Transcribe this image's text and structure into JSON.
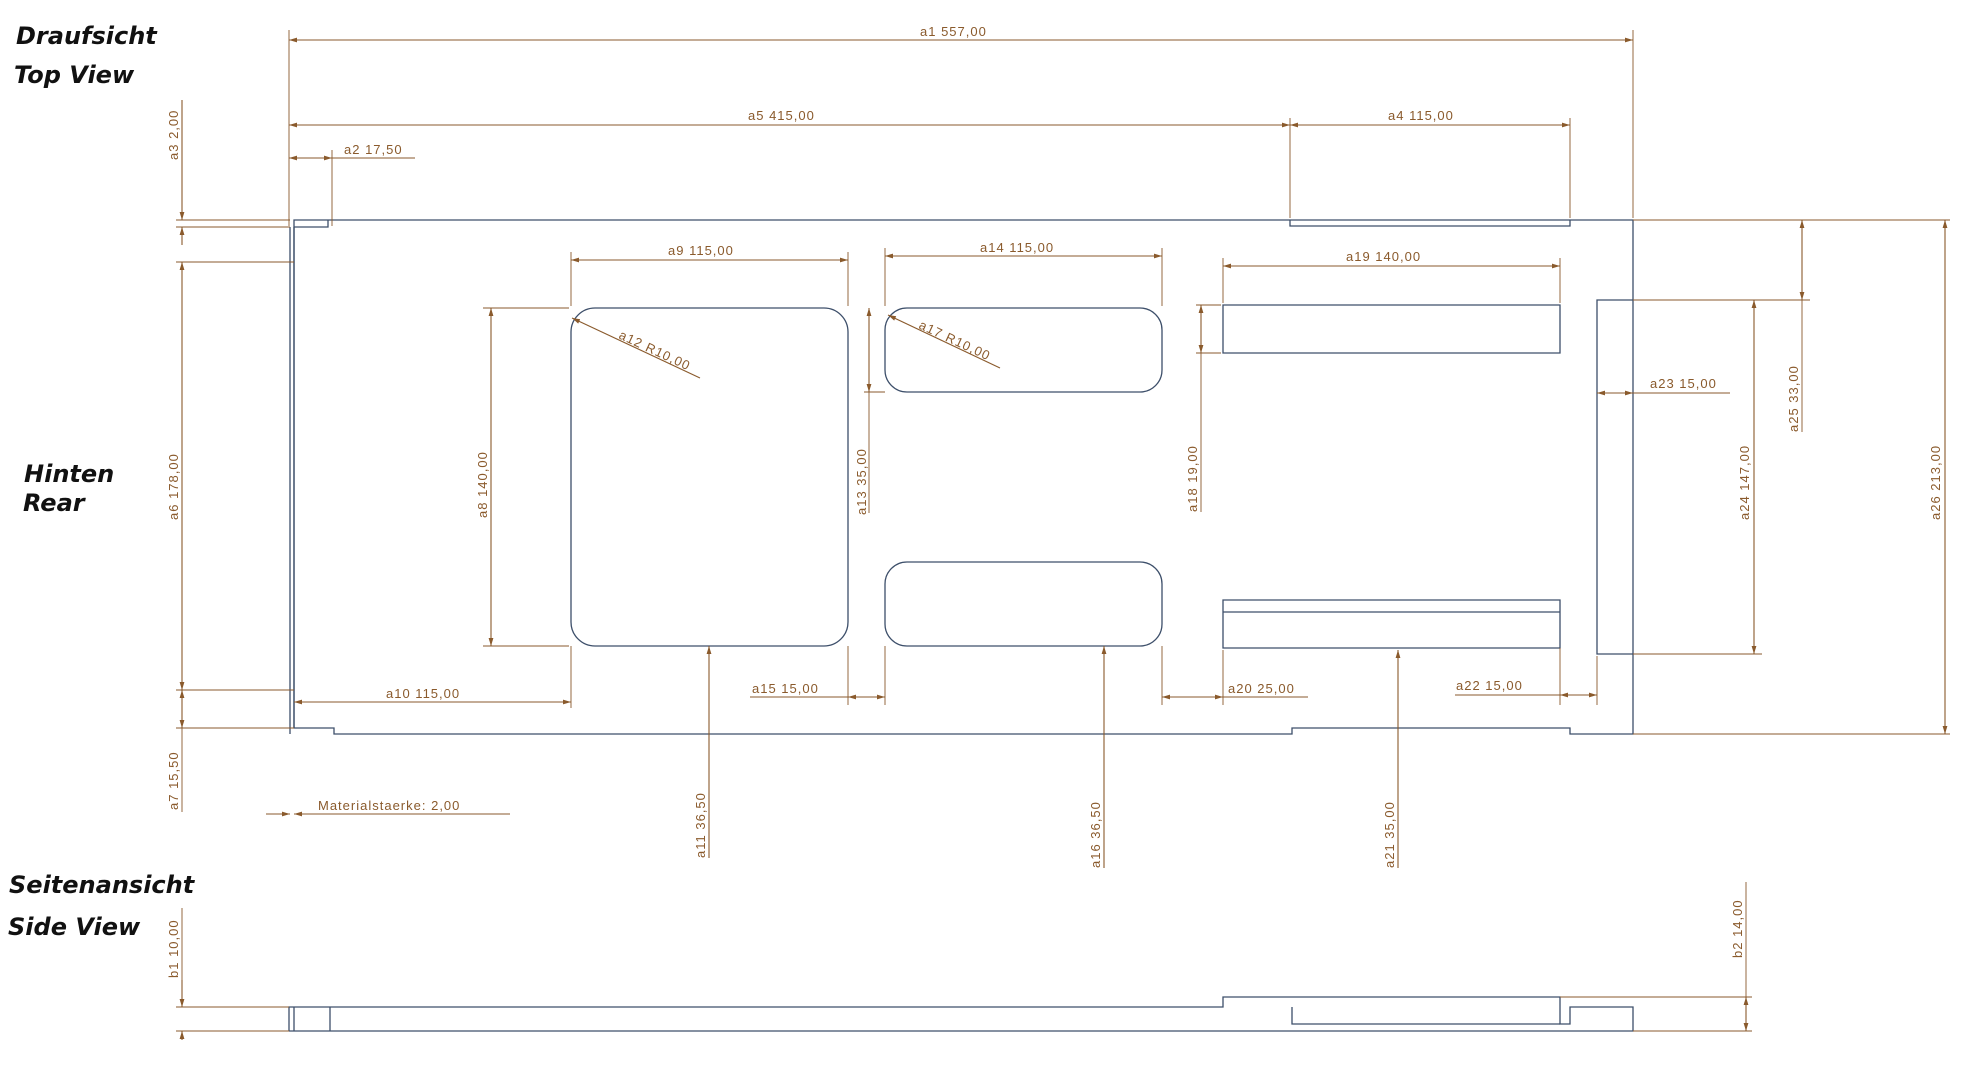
{
  "colors": {
    "part_outline": "#3d4f6a",
    "dimension": "#8a5a2c",
    "label": "#111111",
    "background": "#ffffff"
  },
  "labels": {
    "top_view_de": "Draufsicht",
    "top_view_en": "Top View",
    "rear_de": "Hinten",
    "rear_en": "Rear",
    "side_view_de": "Seitenansicht",
    "side_view_en": "Side View"
  },
  "dimensions": {
    "a1": "a1 557,00",
    "a2": "a2 17,50",
    "a3": "a3 2,00",
    "a4": "a4 115,00",
    "a5": "a5 415,00",
    "a6": "a6 178,00",
    "a7": "a7 15,50",
    "a8": "a8 140,00",
    "a9": "a9 115,00",
    "a10": "a10 115,00",
    "a11": "a11 36,50",
    "a12": "a12 R10,00",
    "a13": "a13 35,00",
    "a14": "a14 115,00",
    "a15": "a15 15,00",
    "a16": "a16 36,50",
    "a17": "a17 R10,00",
    "a18": "a18 19,00",
    "a19": "a19 140,00",
    "a20": "a20 25,00",
    "a21": "a21 35,00",
    "a22": "a22 15,00",
    "a23": "a23 15,00",
    "a24": "a24 147,00",
    "a25": "a25 33,00",
    "a26": "a26 213,00",
    "b1": "b1 10,00",
    "b2": "b2 14,00"
  },
  "material_note": "Materialstaerke: 2,00"
}
